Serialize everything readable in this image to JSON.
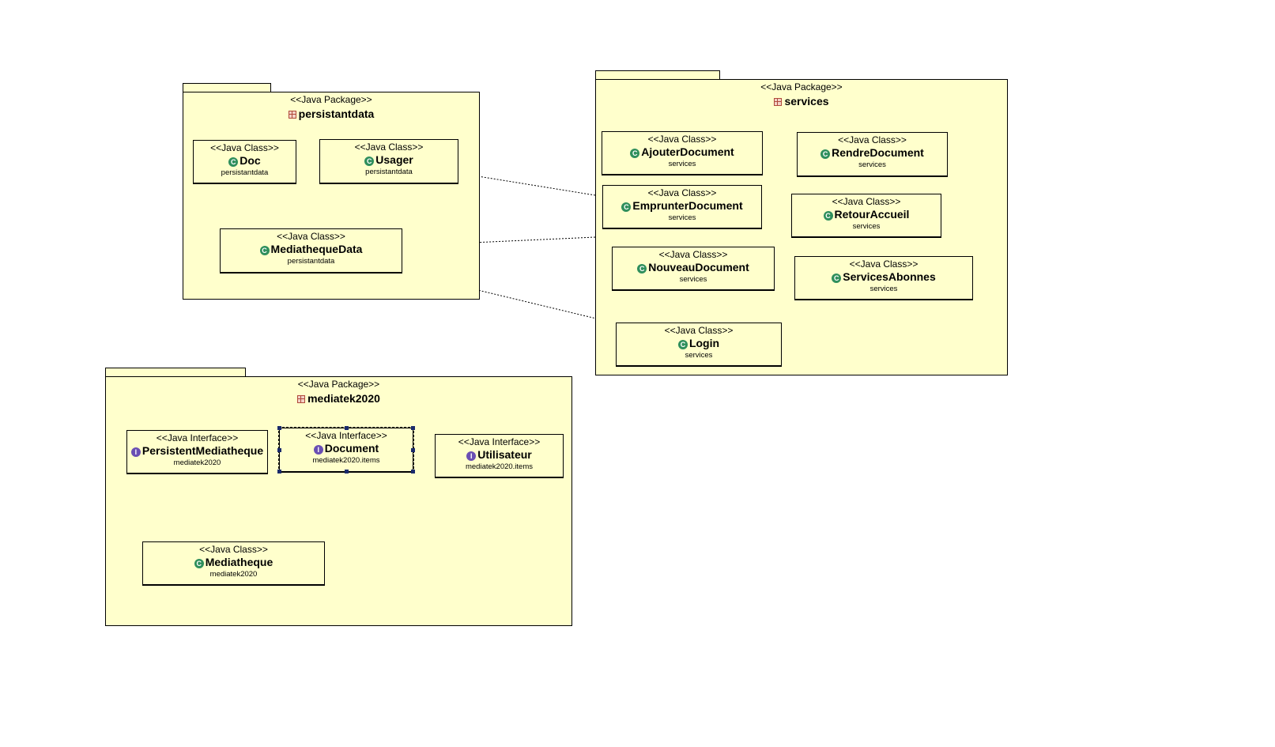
{
  "packages": {
    "persistantdata": {
      "stereotype": "<<Java Package>>",
      "name": "persistantdata"
    },
    "services": {
      "stereotype": "<<Java Package>>",
      "name": "services"
    },
    "mediatek2020": {
      "stereotype": "<<Java Package>>",
      "name": "mediatek2020"
    }
  },
  "classes": {
    "doc": {
      "stereotype": "<<Java Class>>",
      "name": "Doc",
      "pkg": "persistantdata",
      "kind": "class"
    },
    "usager": {
      "stereotype": "<<Java Class>>",
      "name": "Usager",
      "pkg": "persistantdata",
      "kind": "class"
    },
    "mediathequedata": {
      "stereotype": "<<Java Class>>",
      "name": "MediathequeData",
      "pkg": "persistantdata",
      "kind": "class"
    },
    "ajouterdocument": {
      "stereotype": "<<Java Class>>",
      "name": "AjouterDocument",
      "pkg": "services",
      "kind": "class"
    },
    "rendredocument": {
      "stereotype": "<<Java Class>>",
      "name": "RendreDocument",
      "pkg": "services",
      "kind": "class"
    },
    "emprunterdocument": {
      "stereotype": "<<Java Class>>",
      "name": "EmprunterDocument",
      "pkg": "services",
      "kind": "class"
    },
    "retouraccueil": {
      "stereotype": "<<Java Class>>",
      "name": "RetourAccueil",
      "pkg": "services",
      "kind": "class"
    },
    "nouveaudocument": {
      "stereotype": "<<Java Class>>",
      "name": "NouveauDocument",
      "pkg": "services",
      "kind": "class"
    },
    "servicesabonnes": {
      "stereotype": "<<Java Class>>",
      "name": "ServicesAbonnes",
      "pkg": "services",
      "kind": "class"
    },
    "login": {
      "stereotype": "<<Java Class>>",
      "name": "Login",
      "pkg": "services",
      "kind": "class"
    },
    "persistentmediatheque": {
      "stereotype": "<<Java Interface>>",
      "name": "PersistentMediatheque",
      "pkg": "mediatek2020",
      "kind": "interface"
    },
    "document": {
      "stereotype": "<<Java Interface>>",
      "name": "Document",
      "pkg": "mediatek2020.items",
      "kind": "interface"
    },
    "utilisateur": {
      "stereotype": "<<Java Interface>>",
      "name": "Utilisateur",
      "pkg": "mediatek2020.items",
      "kind": "interface"
    },
    "mediatheque": {
      "stereotype": "<<Java Class>>",
      "name": "Mediatheque",
      "pkg": "mediatek2020",
      "kind": "class"
    }
  },
  "icons": {
    "package": "package-icon",
    "class": "class-icon",
    "interface": "interface-icon"
  },
  "colors": {
    "fill": "#ffffcc",
    "class_icon": "#2f8f5c",
    "interface_icon": "#6a4fb3",
    "package_icon": "#b04a3a"
  }
}
